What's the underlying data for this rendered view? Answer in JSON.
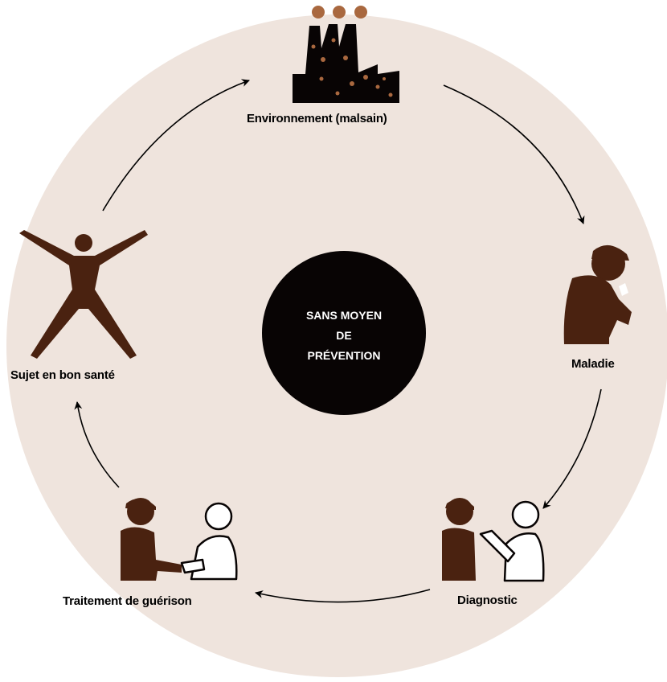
{
  "center": {
    "lines": [
      "SANS MOYEN",
      "DE",
      "PRÉVENTION"
    ]
  },
  "stages": [
    {
      "label": "Environnement (malsain)",
      "icon": "factory-icon"
    },
    {
      "label": "Maladie",
      "icon": "coughing-person-icon"
    },
    {
      "label": "Diagnostic",
      "icon": "doctor-examining-patient-icon"
    },
    {
      "label": "Traitement de guérison",
      "icon": "handshake-doctor-patient-icon"
    },
    {
      "label": "Sujet en bon santé",
      "icon": "healthy-person-icon"
    }
  ],
  "colors": {
    "background_circle": "#efe4dd",
    "center_circle": "#080404",
    "figure": "#4a2210",
    "smoke": "#a9683f",
    "arrow": "#000000"
  }
}
